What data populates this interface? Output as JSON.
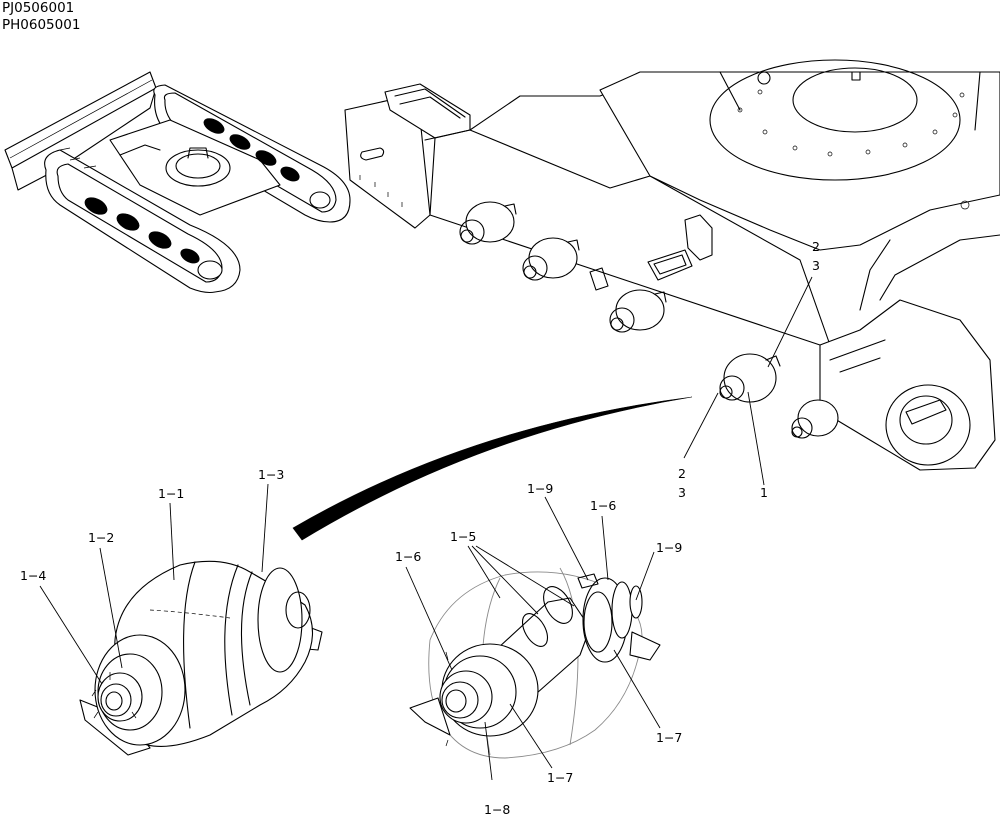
{
  "header": {
    "codes": [
      "PJ0506001",
      "PH0605001"
    ]
  },
  "callouts": {
    "upper": {
      "n2a": "2",
      "n3a": "3",
      "n2b": "2",
      "n3b": "3",
      "n1": "1"
    },
    "left": {
      "c1_1": "1−1",
      "c1_2": "1−2",
      "c1_3": "1−3",
      "c1_4": "1−4"
    },
    "right": {
      "c1_5": "1−5",
      "c1_6a": "1−6",
      "c1_6b": "1−6",
      "c1_7a": "1−7",
      "c1_7b": "1−7",
      "c1_8": "1−8",
      "c1_9a": "1−9",
      "c1_9b": "1−9"
    }
  }
}
